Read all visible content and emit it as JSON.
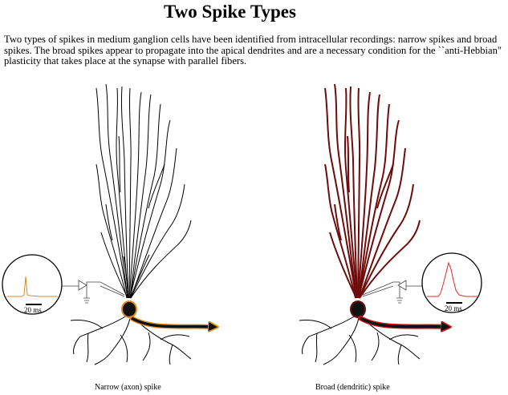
{
  "title": "Two Spike Types",
  "description": "Two types of spikes in medium ganglion cells have been identified from intracellular recordings: narrow spikes and broad spikes.  The broad spikes appear to propagate into the apical dendrites and are a necessary condition for the ``anti-Hebbian\" plasticity that takes place at the synapse with parallel fibers.",
  "panels": [
    {
      "caption": "Narrow (axon) spike",
      "scale_label": "20 ms",
      "trace_color": "#e08a1e",
      "dendrite_color": "#000000",
      "arrow_color": "#e08a1e"
    },
    {
      "caption": "Broad (dendritic) spike",
      "scale_label": "20 ms",
      "trace_color": "#e02a2a",
      "dendrite_color": "#6e0c0c",
      "arrow_color": "#d01010"
    }
  ]
}
